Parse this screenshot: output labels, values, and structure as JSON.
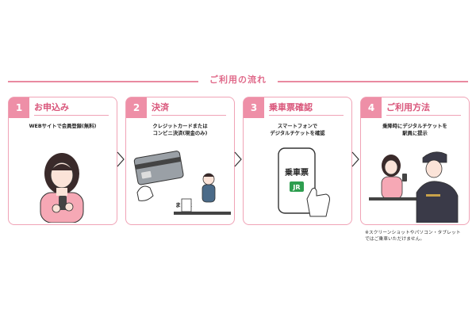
{
  "header": {
    "title": "ご利用の流れ"
  },
  "steps": [
    {
      "number": "1",
      "title": "お申込み",
      "lines": [
        "WEBサイトで会員登録(無料)"
      ]
    },
    {
      "number": "2",
      "title": "決済",
      "lines": [
        "クレジットカードまたは",
        "コンビニ決済(現金のみ)"
      ],
      "art_text": "または"
    },
    {
      "number": "3",
      "title": "乗車票確認",
      "lines": [
        "スマートフォンで",
        "デジタルチケットを確認"
      ],
      "phone_text": "乗車票",
      "logo_text": "JR"
    },
    {
      "number": "4",
      "title": "ご利用方法",
      "lines": [
        "乗降時にデジタルチケットを",
        "駅員に提示"
      ]
    }
  ],
  "note": {
    "lines": [
      "※スクリーンショットやパソコン・タブレット",
      "ではご乗車いただけません。"
    ]
  },
  "colors": {
    "accent": "#ee8fa7",
    "accent_text": "#d9557a",
    "border": "#f0a3b6"
  }
}
